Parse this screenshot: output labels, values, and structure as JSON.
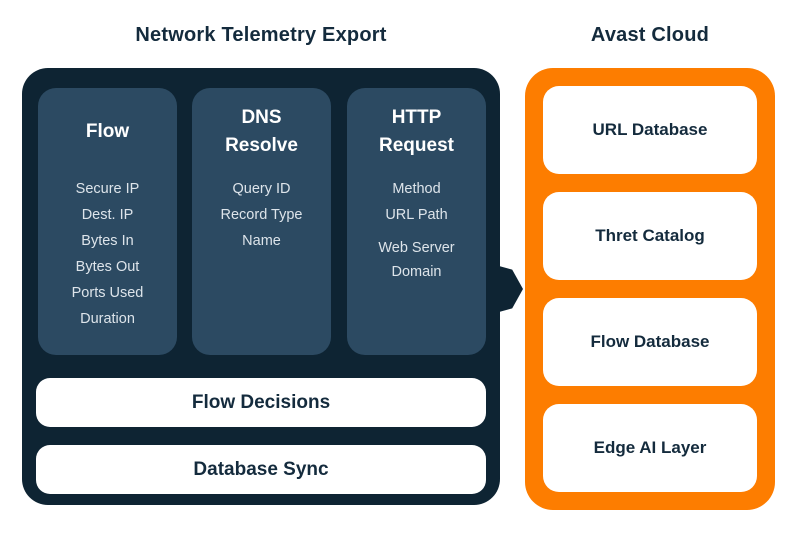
{
  "header": {
    "telemetry_title": "Network Telemetry Export",
    "cloud_title": "Avast Cloud"
  },
  "telemetry": {
    "cards": [
      {
        "title": "Flow",
        "items": [
          "Secure IP",
          "Dest. IP",
          "Bytes In",
          "Bytes Out",
          "Ports Used",
          "Duration"
        ]
      },
      {
        "title": "DNS Resolve",
        "items": [
          "Query ID",
          "Record Type",
          "Name"
        ]
      },
      {
        "title": "HTTP Request",
        "items": [
          "Method",
          "URL Path",
          "Web Server Domain"
        ]
      }
    ],
    "bars": [
      "Flow Decisions",
      "Database Sync"
    ]
  },
  "cloud": {
    "cards": [
      "URL Database",
      "Thret Catalog",
      "Flow Database",
      "Edge AI Layer"
    ]
  },
  "colors": {
    "panel_navy": "#0E2433",
    "card_slate": "#2C4A62",
    "cloud_orange": "#FD7D00",
    "text_dark_navy": "#142B3D",
    "text_light": "#DDE4EA",
    "card_white": "#FFFFFF"
  }
}
